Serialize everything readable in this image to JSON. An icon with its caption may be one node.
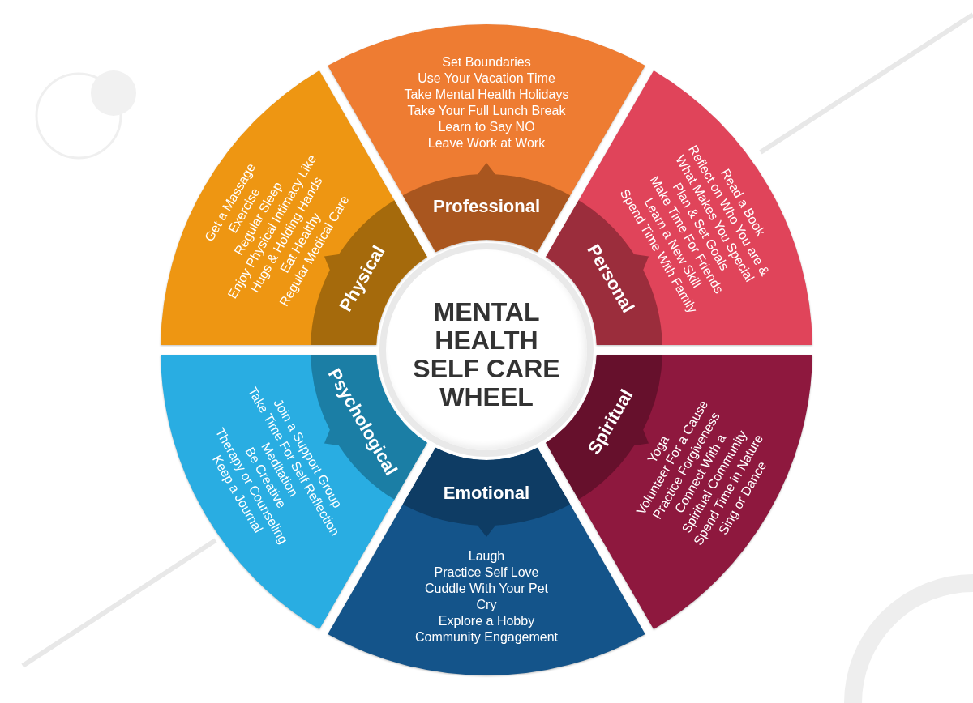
{
  "diagram": {
    "nodes": [
      {
        "text": [
          "MENTAL HEALTH SELF CARE WHEEL"
        ]
      },
      {
        "text": [
          "Professional",
          "Set Boundaries",
          "Use Your Vacation Time",
          "Take Mental Health Holidays",
          "Take Your Full Lunch Break",
          "Learn to Say NO",
          "Leave Work at Work"
        ]
      },
      {
        "text": [
          "Personal",
          "Read a Book",
          "Reflect on Who You are & What Makes You Special",
          "Plan & Set Goals",
          "Make Time For Friends",
          "Learn a New Skill",
          "Spend Time With Family"
        ]
      },
      {
        "text": [
          "Spiritual",
          "Yoga",
          "Volunteer For a Cause",
          "Practice Forgiveness",
          "Connect With a Spiritual Community",
          "Spend Time in Nature",
          "Sing or Dance"
        ]
      },
      {
        "text": [
          "Emotional",
          "Laugh",
          "Practice Self Love",
          "Cuddle With Your Pet",
          "Cry",
          "Explore a Hobby",
          "Community Engagement"
        ]
      },
      {
        "text": [
          "Psychological",
          "Join a Support Group",
          "Take Time For Self Reflection",
          "Meditation",
          "Be Creative",
          "Therapy or Counseling",
          "Keep a Journal"
        ]
      },
      {
        "text": [
          "Physical",
          "Get a Massage",
          "Exercise",
          "Regular Sleep",
          "Enjoy Physical Intimacy Like Hugs & Holding Hands",
          "Eat Healthy",
          "Regular Medical Care"
        ]
      }
    ]
  }
}
